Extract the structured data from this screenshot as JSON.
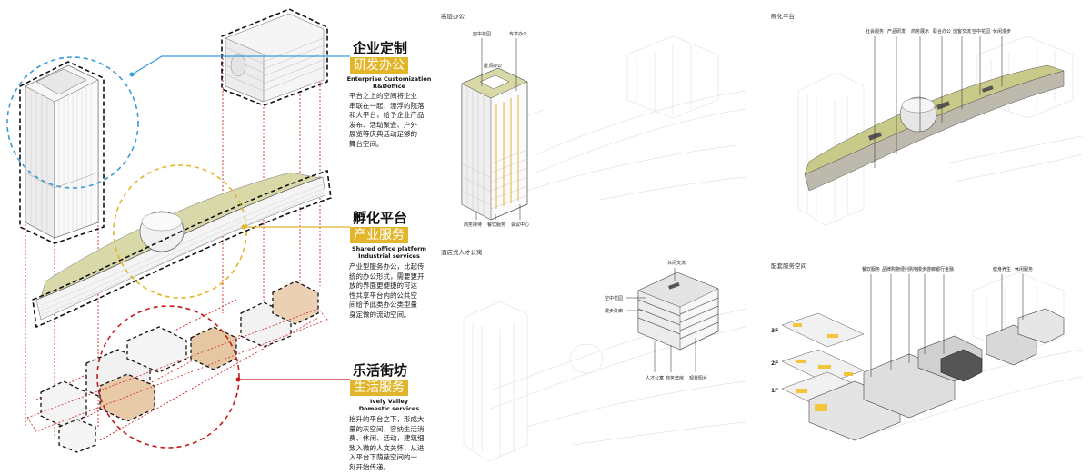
{
  "left": {
    "sections": [
      {
        "title": "企业定制",
        "subtitle": "研发办公",
        "en_lines": [
          "Enterprise Customization",
          "R&Doffice"
        ],
        "desc_lines": [
          "平台之上的空间将企业",
          "串联在一起，漂浮的院落",
          "和大平台，给予企业产品",
          "发布、活动聚会、户外",
          "展览等庆典活动足够的",
          "舞台空间。"
        ]
      },
      {
        "title": "孵化平台",
        "subtitle": "产业服务",
        "en_lines": [
          "Shared office platform",
          "Industrial services"
        ],
        "desc_lines": [
          "产业型服务办公，比起传",
          "统的办公形式，需要更开",
          "放的界面更便捷的可达",
          "性共享平台内的公共空",
          "间给予此类办公类型量",
          "身定做的流动空间。"
        ]
      },
      {
        "title": "乐活街坊",
        "subtitle": "生活服务",
        "en_lines": [
          "Ively Valley",
          "Domestic services"
        ],
        "desc_lines": [
          "抬升的平台之下，形成大",
          "量的灰空间，容纳生活消",
          "费、休闲、活动，建筑细",
          "致入微的人文关怀，从进",
          "入平台下荫蔽空间的一",
          "刻开始传递。"
        ]
      }
    ]
  },
  "panels": {
    "tl": {
      "title": "高层办公",
      "labels": [
        "空中花园",
        "专享办公",
        "屋顶办公",
        "商务接待",
        "餐饮服务",
        "会议中心"
      ]
    },
    "tr": {
      "title": "孵化平台",
      "labels": [
        "社会服务",
        "产品研发",
        "商务展示",
        "联合办公",
        "创客交流",
        "空中花园",
        "休闲漫步"
      ]
    },
    "bl": {
      "title": "酒店式人才公寓",
      "labels": [
        "休闲交流",
        "空中花园",
        "漫步外廊",
        "人才公寓",
        "商务套房",
        "观景阳台"
      ]
    },
    "br": {
      "title": "配套服务空间",
      "labels": [
        "餐饮服务",
        "品牌购物",
        "便利购物",
        "漫步游廊",
        "银行金融",
        "健身养生",
        "休闲服务"
      ],
      "floors": [
        "3F",
        "2F",
        "1F"
      ]
    }
  },
  "colors": {
    "blue": "#3a9ad9",
    "yellow": "#e2b52a",
    "red": "#c21d1d",
    "olive": "#c9c98a",
    "highlight": "#f2c53d"
  }
}
